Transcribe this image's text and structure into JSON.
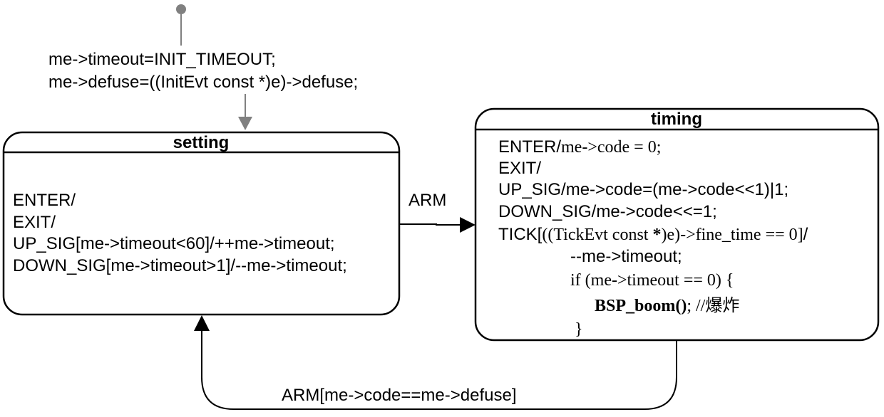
{
  "initial": {
    "actions": [
      "me->timeout=INIT_TIMEOUT;",
      "me->defuse=((InitEvt const *)e)->defuse;"
    ]
  },
  "setting": {
    "title": "setting",
    "lines": [
      "ENTER/",
      "EXIT/",
      "UP_SIG[me->timeout<60]/++me->timeout;",
      "DOWN_SIG[me->timeout>1]/--me->timeout;"
    ]
  },
  "timing": {
    "title": "timing",
    "enter_event": "ENTER/",
    "enter_action": "me->code = 0;",
    "exit": "EXIT/",
    "up_sig": "UP_SIG/me->code=(me->code<<1)|1;",
    "down_sig": "DOWN_SIG/me->code<<=1;",
    "tick_event": "TICK[",
    "tick_guard": "((TickEvt const ",
    "tick_star": "*",
    "tick_guard_rest": ")e)->fine_time == 0]",
    "tick_slash": "/",
    "dec_timeout": "--me->timeout;",
    "if_line": "if (me->timeout == 0) {",
    "boom_call": "BSP_boom()",
    "boom_rest": "; //爆炸",
    "close_brace": "}"
  },
  "transitions": {
    "setting_to_timing": "ARM",
    "timing_to_setting": "ARM[me->code==me->defuse]"
  },
  "colors": {
    "line": "#000000",
    "initial": "#808080"
  }
}
